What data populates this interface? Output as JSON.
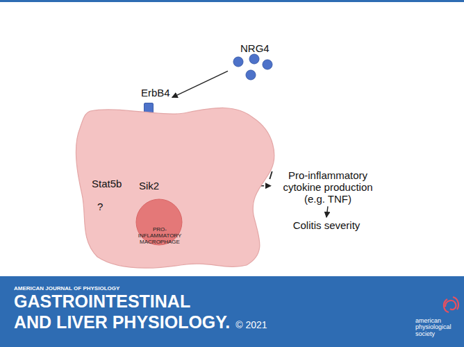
{
  "diagram": {
    "nodes": [
      {
        "text": [
          "NRG4"
        ]
      },
      {
        "text": [
          "ErbB4"
        ]
      },
      {
        "text": [
          "PRO-INFLAMMATORY MACROPHAGE"
        ]
      },
      {
        "text": [
          "Stat5b"
        ],
        "in": 2
      },
      {
        "text": [
          "Sik2"
        ],
        "in": 2
      },
      {
        "text": [
          "?"
        ],
        "in": 2
      },
      {
        "text": [
          "Pro-inflammatory cytokine production (e.g. TNF)"
        ]
      },
      {
        "text": [
          "Colitis severity"
        ]
      }
    ],
    "edges": [
      {
        "from": 0,
        "to": 1,
        "arrow": "to"
      },
      {
        "from": 1,
        "to": 3,
        "arrow": "to"
      },
      {
        "from": 1,
        "to": 4,
        "arrow": "to"
      },
      {
        "from": 1,
        "to": 6,
        "arrow": "to"
      },
      {
        "from": 4,
        "to": 6,
        "arrow": "to"
      },
      {
        "from": 3,
        "to": 5,
        "arrow": "to"
      },
      {
        "from": 6,
        "to": 7,
        "arrow": "to"
      }
    ],
    "labels": [
      "AMERICAN JOURNAL OF PHYSIOLOGY",
      "GASTROINTESTINAL",
      "AND LIVER PHYSIOLOGY.",
      "© 2021",
      "american physiological society"
    ]
  }
}
